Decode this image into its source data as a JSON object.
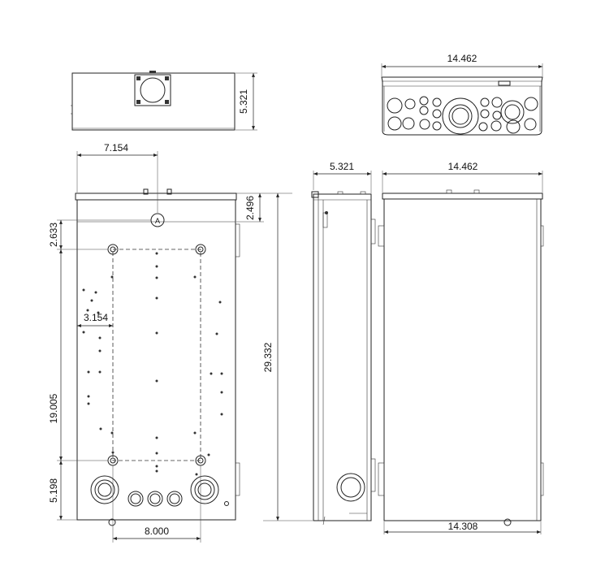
{
  "dimensions": {
    "top_view_depth": "5.321",
    "end_view_width": "14.462",
    "hub_offset": "7.154",
    "side_depth": "5.321",
    "back_width": "14.462",
    "top_band": "2.496",
    "mount_top": "2.633",
    "mount_left": "3.154",
    "overall_height": "29.332",
    "mount_spacing_v": "19.005",
    "bottom_mount": "5.198",
    "mount_spacing_h": "8.000",
    "bottom_width": "14.308"
  },
  "markings": {
    "hub_letter": "A"
  },
  "colors": {
    "line": "#222222",
    "background": "#ffffff"
  }
}
